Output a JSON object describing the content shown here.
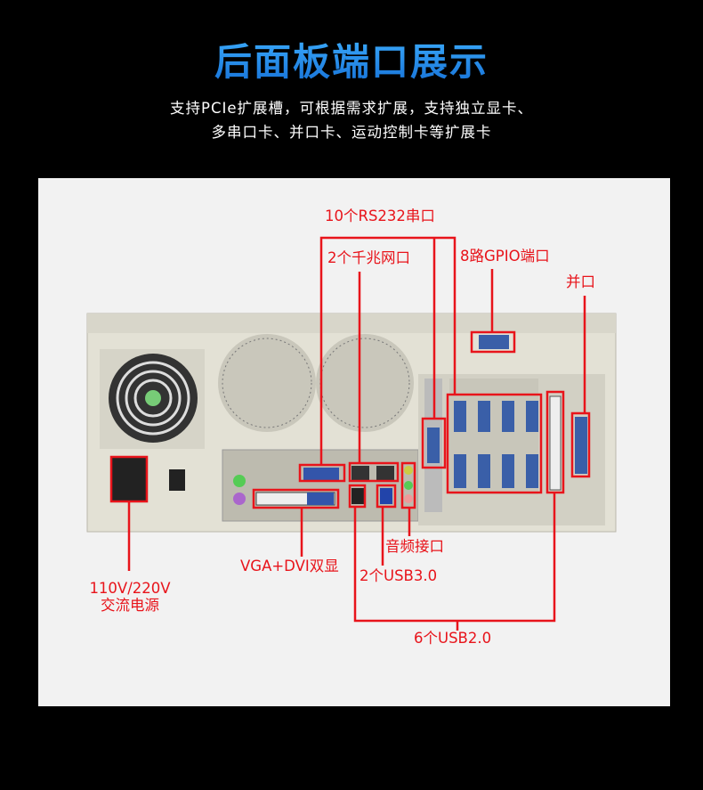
{
  "header": {
    "title": "后面板端口展示",
    "subtitle_lines": [
      "支持PCIe扩展槽，可根据需求扩展，支持独立显卡、",
      "多串口卡、并口卡、运动控制卡等扩展卡"
    ]
  },
  "labels": {
    "rs232": "10个RS232串口",
    "lan": "2个千兆网口",
    "gpio": "8路GPIO端口",
    "parallel": "并口",
    "power_line1": "110V/220V",
    "power_line2": "交流电源",
    "display": "VGA+DVI双显",
    "audio": "音频接口",
    "usb3": "2个USB3.0",
    "usb2": "6个USB2.0"
  },
  "colors": {
    "accent": "#e8141b",
    "title": "#1f8fe8",
    "chassis": "#e3e1d5"
  }
}
